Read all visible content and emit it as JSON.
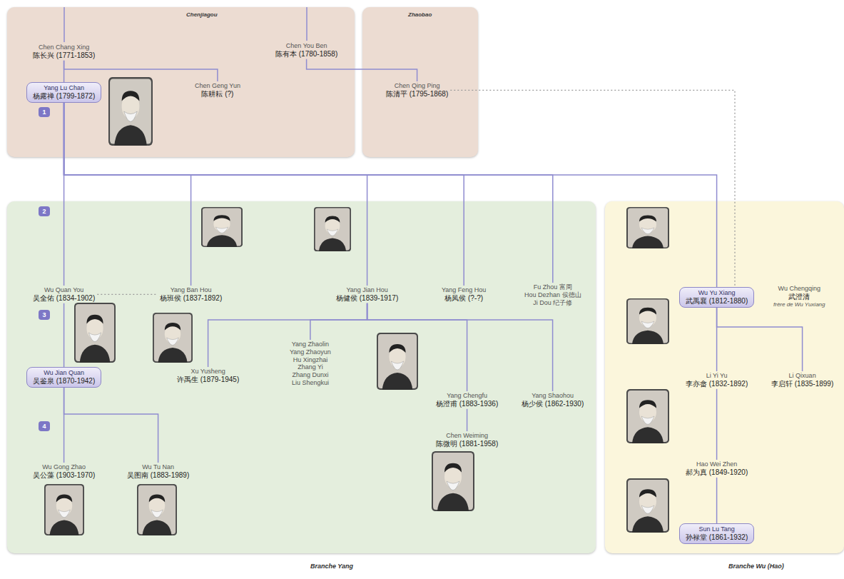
{
  "diagram": {
    "nodes": [
      {
        "text": [
          "Chenjiagou"
        ]
      },
      {
        "text": [
          "Chen Chang Xing",
          "陈长兴 (1771-1853)"
        ],
        "in": 0
      },
      {
        "text": [
          "Chen You Ben",
          "陈有本 (1780-1858)"
        ],
        "in": 0
      },
      {
        "text": [
          "Yang Lu Chan",
          "杨露禅 (1799-1872)"
        ],
        "in": 0
      },
      {
        "text": [
          "Chen Geng Yun",
          "陈耕耘 (?)"
        ],
        "in": 0
      },
      {
        "text": [
          "Zhaobao"
        ]
      },
      {
        "text": [
          "Chen Qing Ping",
          "陈清平 (1795-1868)"
        ],
        "in": 5
      },
      {
        "text": [
          "Branche Yang"
        ]
      },
      {
        "text": [
          "Wu Quan You",
          "吴全佑 (1834-1902)"
        ],
        "in": 7
      },
      {
        "text": [
          "Yang Ban Hou",
          "杨班侯 (1837-1892)"
        ],
        "in": 7
      },
      {
        "text": [
          "Yang Jian Hou",
          "杨健侯 (1839-1917)"
        ],
        "in": 7
      },
      {
        "text": [
          "Yang Feng Hou",
          "杨凤侯 (?-?)"
        ],
        "in": 7
      },
      {
        "text": [
          "Fu Zhou 富周",
          "Hou Dezhan 侯德山",
          "Ji Dou 纪子修"
        ],
        "in": 7
      },
      {
        "text": [
          "Wu Jian Quan",
          "吴鉴泉 (1870-1942)"
        ],
        "in": 7
      },
      {
        "text": [
          "Xu Yusheng",
          "许禹生 (1879-1945)"
        ],
        "in": 7
      },
      {
        "text": [
          "Yang Zhaolin",
          "Yang Zhaoyun",
          "Hu Xingzhai",
          "Zhang Yi",
          "Zhang Dunxi",
          "Liu Shengkui"
        ],
        "in": 7
      },
      {
        "text": [
          "Yang Chengfu",
          "杨澄甫 (1883-1936)"
        ],
        "in": 7
      },
      {
        "text": [
          "Yang Shaohou",
          "杨少侯 (1862-1930)"
        ],
        "in": 7
      },
      {
        "text": [
          "Chen Weiming",
          "陈微明 (1881-1958)"
        ],
        "in": 7
      },
      {
        "text": [
          "Wu Gong Zhao",
          "吴公藻 (1903-1970)"
        ],
        "in": 7
      },
      {
        "text": [
          "Wu Tu Nan",
          "吴图南 (1883-1989)"
        ],
        "in": 7
      },
      {
        "text": [
          "Branche Wu (Hao)"
        ]
      },
      {
        "text": [
          "Wu Yu Xiang",
          "武禹襄 (1812-1880)"
        ],
        "in": 21
      },
      {
        "text": [
          "Wu Chengqing",
          "武澄清",
          "frère de Wu Yuxiang"
        ],
        "in": 21
      },
      {
        "text": [
          "Li Yi Yu",
          "李亦畲 (1832-1892)"
        ],
        "in": 21
      },
      {
        "text": [
          "Li Qixuan",
          "李启轩 (1835-1899)"
        ],
        "in": 21
      },
      {
        "text": [
          "Hao Wei Zhen",
          "郝为真 (1849-1920)"
        ],
        "in": 21
      },
      {
        "text": [
          "Sun Lu Tang",
          "孙禄堂 (1861-1932)"
        ],
        "in": 21
      }
    ],
    "edges": [
      {
        "from": 1,
        "to": 3,
        "arrow": "none"
      },
      {
        "from": 1,
        "to": 4,
        "arrow": "none"
      },
      {
        "from": 2,
        "to": 6,
        "arrow": "none"
      },
      {
        "from": 6,
        "to": 22,
        "arrow": "none"
      },
      {
        "from": 3,
        "to": 8,
        "arrow": "none"
      },
      {
        "from": 3,
        "to": 9,
        "arrow": "none"
      },
      {
        "from": 3,
        "to": 10,
        "arrow": "none"
      },
      {
        "from": 3,
        "to": 11,
        "arrow": "none"
      },
      {
        "from": 3,
        "to": 12,
        "arrow": "none"
      },
      {
        "from": 3,
        "to": 22,
        "arrow": "none"
      },
      {
        "from": 8,
        "to": 9,
        "arrow": "none"
      },
      {
        "from": 8,
        "to": 13,
        "arrow": "none"
      },
      {
        "from": 13,
        "to": 19,
        "arrow": "none"
      },
      {
        "from": 13,
        "to": 20,
        "arrow": "none"
      },
      {
        "from": 10,
        "to": 14,
        "arrow": "none"
      },
      {
        "from": 10,
        "to": 15,
        "arrow": "none"
      },
      {
        "from": 10,
        "to": 16,
        "arrow": "none"
      },
      {
        "from": 10,
        "to": 17,
        "arrow": "none"
      },
      {
        "from": 16,
        "to": 18,
        "arrow": "none"
      },
      {
        "from": 22,
        "to": 24,
        "arrow": "none"
      },
      {
        "from": 22,
        "to": 25,
        "arrow": "none"
      },
      {
        "from": 24,
        "to": 26,
        "arrow": "none"
      },
      {
        "from": 26,
        "to": 27,
        "arrow": "none"
      }
    ],
    "labels": [
      "1",
      "2",
      "3",
      "4"
    ]
  }
}
